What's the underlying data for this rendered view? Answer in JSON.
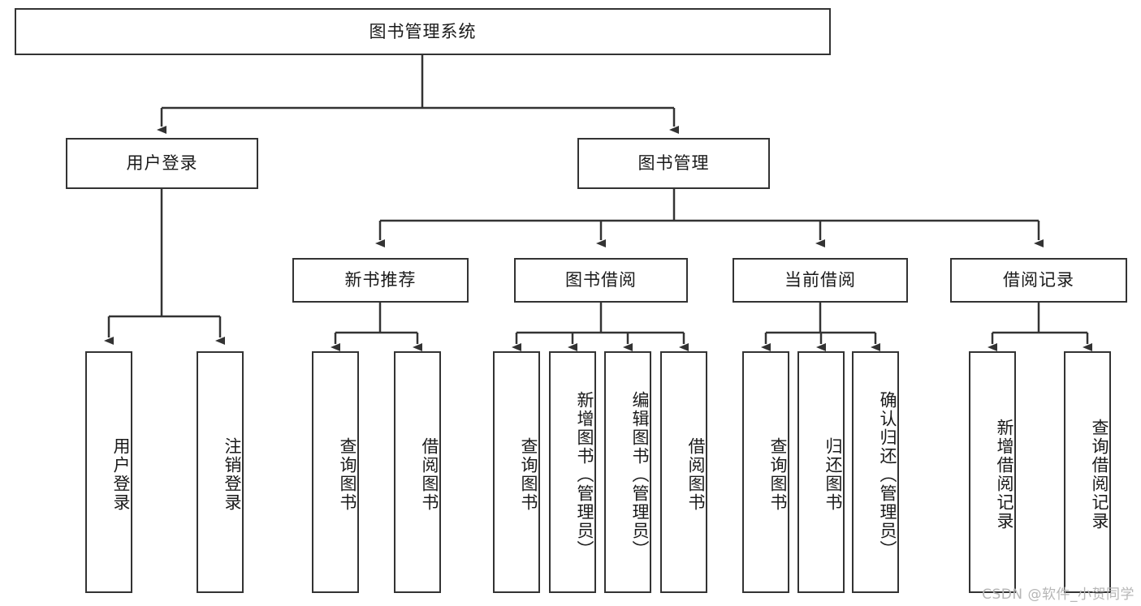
{
  "diagram": {
    "type": "tree",
    "title": "图书管理系统",
    "watermark": "CSDN @软件_小贺同学",
    "colors": {
      "stroke": "#333333",
      "fill": "#ffffff",
      "text": "#1a1a1a",
      "watermark": "#b6b6b6"
    },
    "levels": {
      "root": {
        "label": "图书管理系统"
      },
      "level2": [
        {
          "id": "user-login",
          "label": "用户登录"
        },
        {
          "id": "book-management",
          "label": "图书管理"
        }
      ],
      "level3": [
        {
          "id": "new-book-recommend",
          "label": "新书推荐",
          "parent": "book-management"
        },
        {
          "id": "book-borrow",
          "label": "图书借阅",
          "parent": "book-management"
        },
        {
          "id": "current-borrow",
          "label": "当前借阅",
          "parent": "book-management"
        },
        {
          "id": "borrow-record",
          "label": "借阅记录",
          "parent": "book-management"
        }
      ],
      "leaves": [
        {
          "id": "leaf-user-login",
          "label": "用户登录",
          "parent": "user-login"
        },
        {
          "id": "leaf-logout-login",
          "label": "注销登录",
          "parent": "user-login"
        },
        {
          "id": "leaf-query-book-1",
          "label": "查询图书",
          "parent": "new-book-recommend"
        },
        {
          "id": "leaf-borrow-book-1",
          "label": "借阅图书",
          "parent": "new-book-recommend"
        },
        {
          "id": "leaf-query-book-2",
          "label": "查询图书",
          "parent": "book-borrow"
        },
        {
          "id": "leaf-add-book",
          "label": "新增图书（管理员）",
          "parent": "book-borrow"
        },
        {
          "id": "leaf-edit-book",
          "label": "编辑图书（管理员）",
          "parent": "book-borrow"
        },
        {
          "id": "leaf-borrow-book-2",
          "label": "借阅图书",
          "parent": "book-borrow"
        },
        {
          "id": "leaf-query-book-3",
          "label": "查询图书",
          "parent": "current-borrow"
        },
        {
          "id": "leaf-return-book",
          "label": "归还图书",
          "parent": "current-borrow"
        },
        {
          "id": "leaf-confirm-return",
          "label": "确认归还（管理员）",
          "parent": "current-borrow"
        },
        {
          "id": "leaf-add-record",
          "label": "新增借阅记录",
          "parent": "borrow-record"
        },
        {
          "id": "leaf-query-record",
          "label": "查询借阅记录",
          "parent": "borrow-record"
        }
      ]
    }
  }
}
